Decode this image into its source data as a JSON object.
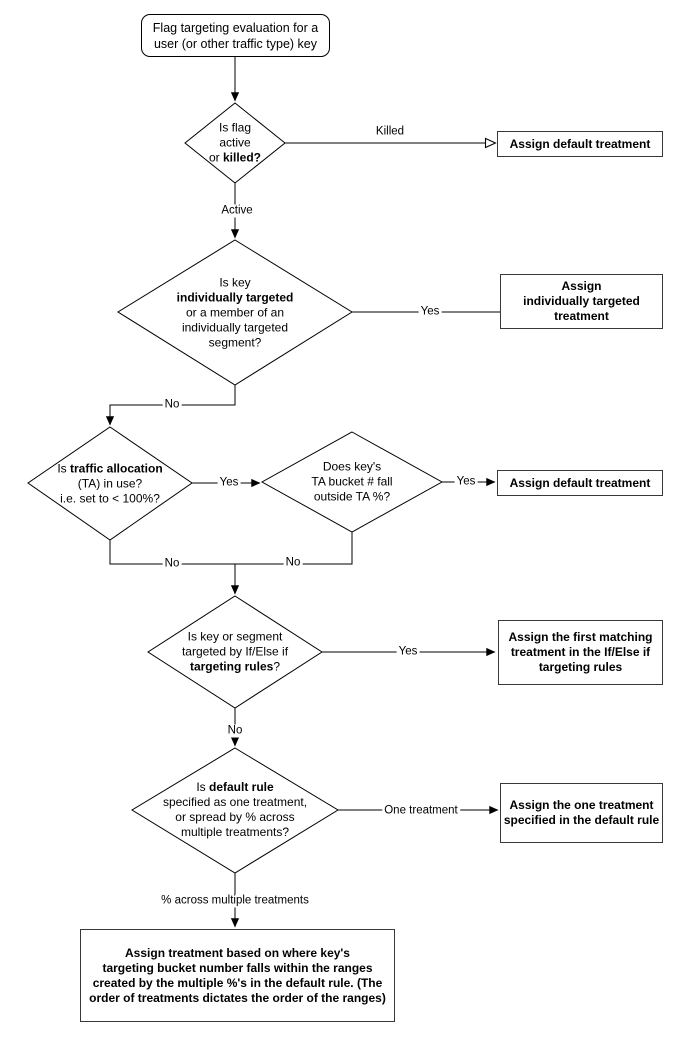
{
  "nodes": {
    "start": {
      "line1": "Flag targeting evaluation for a",
      "line2": "user (or other traffic type) key"
    },
    "decision_flag": {
      "line1": "Is flag",
      "line2": "active",
      "line3_pre": "or ",
      "line3_bold": "killed?"
    },
    "decision_individual": {
      "line1": "Is key",
      "line2_bold": "individually targeted",
      "line3": "or a member of an",
      "line4": "individually targeted",
      "line5": "segment?"
    },
    "decision_ta": {
      "line1_pre": "Is ",
      "line1_bold": "traffic allocation",
      "line2": "(TA) in use?",
      "line3": "i.e. set to < 100%?"
    },
    "decision_bucket": {
      "line1": "Does key's",
      "line2": "TA bucket # fall",
      "line3": "outside TA %?"
    },
    "decision_rules": {
      "line1": "Is key or segment",
      "line2": "targeted by If/Else if",
      "line3_bold": "targeting rules",
      "line3_post": "?"
    },
    "decision_default_rule": {
      "line1_pre": "Is ",
      "line1_bold": "default rule",
      "line2": "specified as one treatment,",
      "line3": "or spread by % across",
      "line4": "multiple treatments?"
    },
    "box_default_killed": {
      "label": "Assign default treatment"
    },
    "box_individual": {
      "line1": "Assign",
      "line2": "individually targeted",
      "line3": "treatment"
    },
    "box_default_ta": {
      "label": "Assign default treatment"
    },
    "box_first_matching": {
      "line1": "Assign the first matching",
      "line2": "treatment in the If/Else if",
      "line3": "targeting rules"
    },
    "box_one_treatment": {
      "line1": "Assign the one treatment",
      "line2": "specified in the default rule"
    },
    "box_ranges": {
      "line1": "Assign treatment based on where key's",
      "line2": "targeting bucket number falls within the ranges",
      "line3": "created by the multiple %'s in the default rule. (The",
      "line4": "order of treatments dictates the order of the ranges)"
    }
  },
  "edge_labels": {
    "killed": "Killed",
    "active": "Active",
    "individual_yes": "Yes",
    "individual_no": "No",
    "ta_yes": "Yes",
    "ta_no": "No",
    "bucket_yes": "Yes",
    "bucket_no": "No",
    "rules_yes": "Yes",
    "rules_no": "No",
    "one_treatment": "One treatment",
    "pct_across": "% across multiple treatments"
  },
  "colors": {
    "background": "#ffffff",
    "stroke": "#000000",
    "text": "#000000"
  }
}
